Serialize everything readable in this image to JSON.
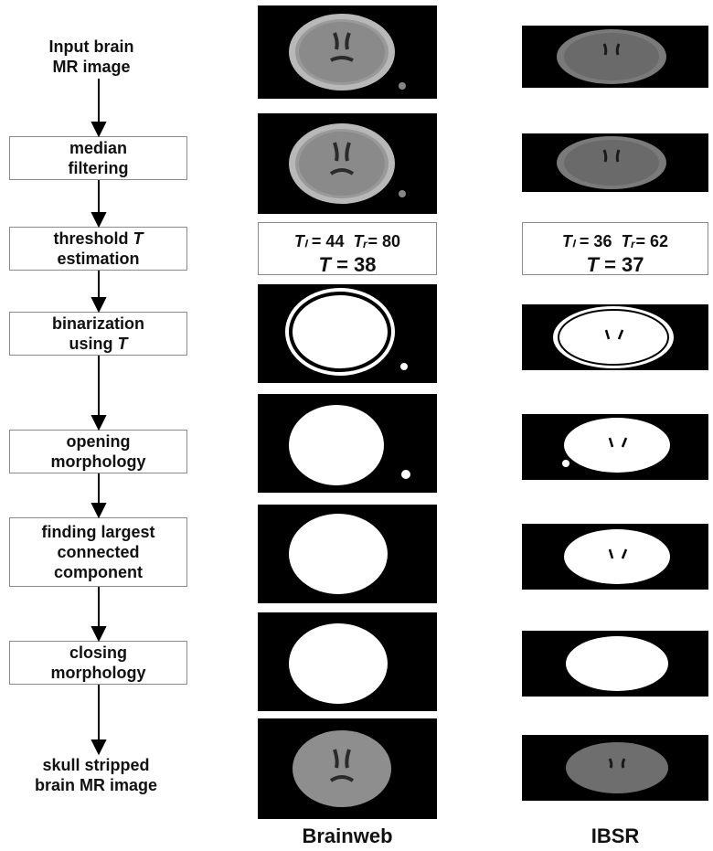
{
  "steps": {
    "input": [
      "Input brain",
      "MR image"
    ],
    "median": [
      "median",
      "filtering"
    ],
    "threshold_prefix": "threshold ",
    "threshold_var": "T",
    "threshold_line2": "estimation",
    "binarization_line1": "binarization",
    "binarization_prefix": "using ",
    "binarization_var": "T",
    "opening": [
      "opening",
      "morphology"
    ],
    "largest": [
      "finding largest",
      "connected",
      "component"
    ],
    "closing": [
      "closing",
      "morphology"
    ],
    "output": [
      "skull stripped",
      "brain MR image"
    ]
  },
  "thresholds": {
    "brainweb": {
      "tl_label": "Tₗ",
      "tl": "= 44",
      "tr_label": "Tᵣ",
      "tr": "= 80",
      "t_label": "T",
      "t": "= 38"
    },
    "ibsr": {
      "tl_label": "Tₗ",
      "tl": "= 36",
      "tr_label": "Tᵣ",
      "tr": "= 62",
      "t_label": "T",
      "t": "= 37"
    }
  },
  "columns": {
    "brainweb": "Brainweb",
    "ibsr": "IBSR"
  }
}
